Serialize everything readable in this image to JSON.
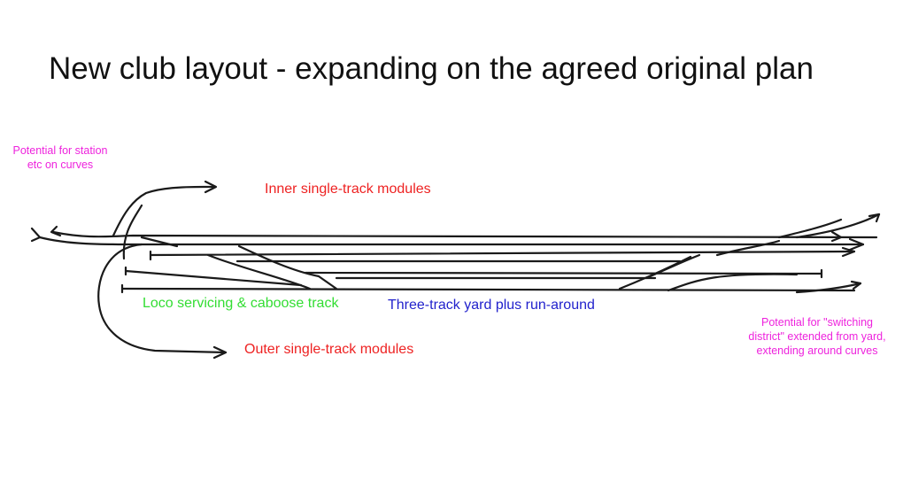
{
  "title": "New club layout - expanding on the agreed original plan",
  "notes": {
    "left": {
      "lines": [
        "Potential for station",
        "etc on curves"
      ],
      "color": "#ee22dd"
    },
    "right": {
      "lines": [
        "Potential for \"switching",
        "district\" extended from yard,",
        "extending around curves"
      ],
      "color": "#ee22dd"
    }
  },
  "labels": {
    "inner": {
      "text": "Inner single-track modules",
      "color": "#ee2222"
    },
    "outer": {
      "text": "Outer single-track modules",
      "color": "#ee2222"
    },
    "loco": {
      "text": "Loco servicing & caboose track",
      "color": "#33dd33"
    },
    "yard": {
      "text": "Three-track yard plus run-around",
      "color": "#2222cc"
    }
  },
  "track_color": "#1a1a1a"
}
